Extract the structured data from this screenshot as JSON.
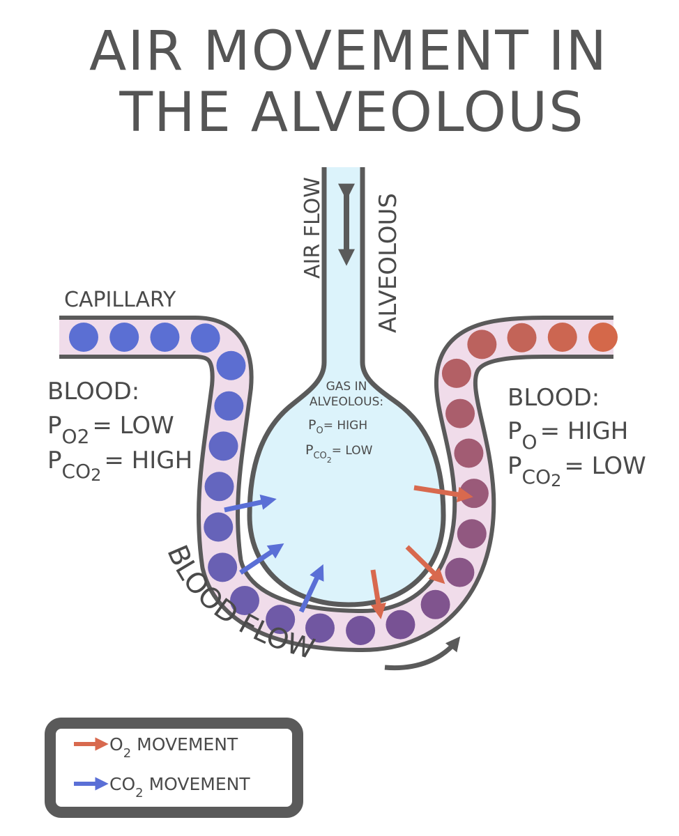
{
  "title": {
    "line1": "AIR MOVEMENT IN",
    "line2": "THE ALVEOLOUS"
  },
  "labels": {
    "air_flow": "AIR FLOW",
    "alveolous": "ALVEOLOUS",
    "capillary": "CAPILLARY",
    "blood_flow": "BLOOD FLOW"
  },
  "gas_in_alveolous": {
    "heading_line1": "GAS IN",
    "heading_line2": "ALVEOLOUS:",
    "p": "P",
    "o_sub": "O",
    "eq_high": "= HIGH",
    "co2_sub": "CO",
    "two": "2",
    "eq_low": "= LOW"
  },
  "blood_left": {
    "heading": "BLOOD:",
    "p": "P",
    "o2_sub": "O",
    "two": "2",
    "eq_low": "= LOW",
    "co2_sub": "CO",
    "eq_high": "= HIGH"
  },
  "blood_right": {
    "heading": "BLOOD:",
    "p": "P",
    "o_sub": "O",
    "eq_high": "= HIGH",
    "co2_sub": "CO",
    "two": "2",
    "eq_low": "= LOW"
  },
  "legend": {
    "o2_prefix": "O",
    "o2_sub": "2",
    "o2_text": "MOVEMENT",
    "co2_prefix": "CO",
    "co2_sub": "2",
    "co2_text": "MOVEMENT"
  },
  "colors": {
    "outline": "#5a5a5a",
    "capillary_fill": "#f0dcea",
    "alveolus_fill": "#dcf3fb",
    "o2_arrow": "#d8694e",
    "co2_arrow": "#5a6fd6",
    "deoxy_cell": "#5b6fd3",
    "oxy_cell": "#d4684a"
  }
}
